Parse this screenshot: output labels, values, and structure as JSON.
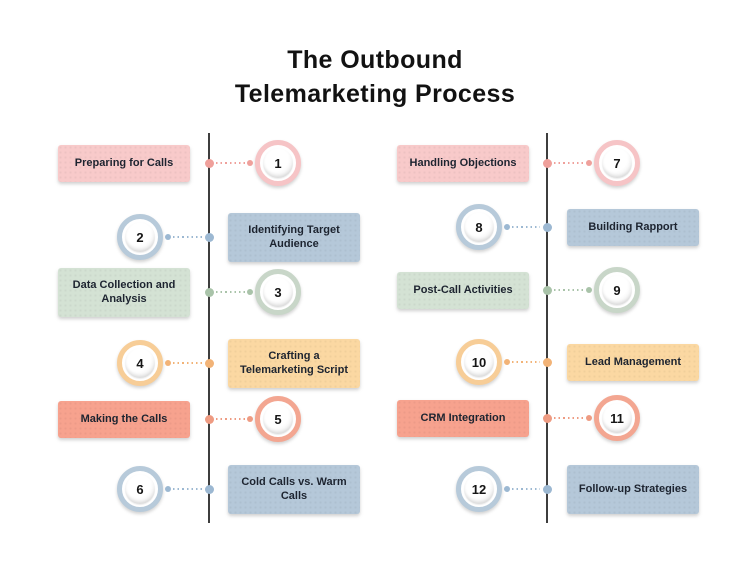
{
  "title": {
    "line1": "The Outbound",
    "line2": "Telemarketing Process"
  },
  "colors": {
    "spine": "#3e3e3e",
    "title_text": "#121212",
    "label_text": "#1d2430",
    "themes": {
      "pink": {
        "box": "#f8caca",
        "ring": "#f6c4c6",
        "dot": "#efa09b"
      },
      "blue": {
        "box": "#b5c8d9",
        "ring": "#b7cada",
        "dot": "#9cb8d2"
      },
      "green": {
        "box": "#d4e2d4",
        "ring": "#c8d6c8",
        "dot": "#a9c3a9"
      },
      "orange": {
        "box": "#fbd8a2",
        "ring": "#f7cd97",
        "dot": "#f2b377"
      },
      "salmon": {
        "box": "#f7a28e",
        "ring": "#f3a691",
        "dot": "#ee9b82"
      }
    }
  },
  "steps": [
    {
      "num": "1",
      "label": "Preparing for Calls",
      "theme": "pink",
      "column": "left",
      "label_side": "left"
    },
    {
      "num": "2",
      "label": "Identifying Target Audience",
      "theme": "blue",
      "column": "left",
      "label_side": "right"
    },
    {
      "num": "3",
      "label": "Data Collection and Analysis",
      "theme": "green",
      "column": "left",
      "label_side": "left"
    },
    {
      "num": "4",
      "label": "Crafting a Telemarketing Script",
      "theme": "orange",
      "column": "left",
      "label_side": "right"
    },
    {
      "num": "5",
      "label": "Making the Calls",
      "theme": "salmon",
      "column": "left",
      "label_side": "left"
    },
    {
      "num": "6",
      "label": "Cold Calls vs. Warm Calls",
      "theme": "blue",
      "column": "left",
      "label_side": "right"
    },
    {
      "num": "7",
      "label": "Handling Objections",
      "theme": "pink",
      "column": "right",
      "label_side": "left"
    },
    {
      "num": "8",
      "label": "Building Rapport",
      "theme": "blue",
      "column": "right",
      "label_side": "right"
    },
    {
      "num": "9",
      "label": "Post-Call Activities",
      "theme": "green",
      "column": "right",
      "label_side": "left"
    },
    {
      "num": "10",
      "label": "Lead Management",
      "theme": "orange",
      "column": "right",
      "label_side": "right"
    },
    {
      "num": "11",
      "label": "CRM Integration",
      "theme": "salmon",
      "column": "right",
      "label_side": "left"
    },
    {
      "num": "12",
      "label": "Follow-up Strategies",
      "theme": "blue",
      "column": "right",
      "label_side": "right"
    }
  ]
}
